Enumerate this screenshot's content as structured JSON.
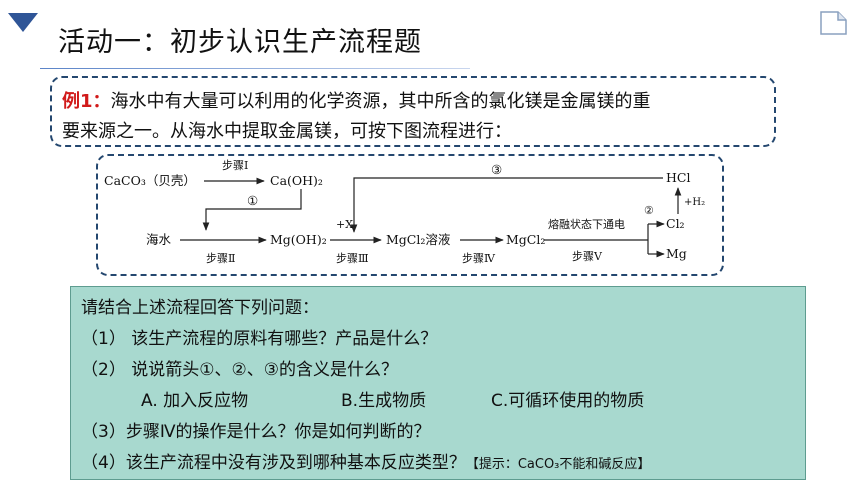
{
  "header": {
    "title": "活动一：初步认识生产流程题"
  },
  "example": {
    "label": "例1：",
    "text_line1": "海水中有大量可以利用的化学资源，其中所含的氯化镁是金属镁的重",
    "text_line2": "要来源之一。从海水中提取金属镁，可按下图流程进行："
  },
  "flow": {
    "caco3": "CaCO₃（贝壳）",
    "step1": "步骤Ⅰ",
    "caoh2": "Ca(OH)₂",
    "circle1": "①",
    "circle3": "③",
    "seawater": "海水",
    "step2": "步骤Ⅱ",
    "mgoh2": "Mg(OH)₂",
    "plus_x": "+X",
    "mgcl2_solution": "MgCl₂溶液",
    "step3": "步骤Ⅲ",
    "mgcl2": "MgCl₂",
    "step4": "步骤Ⅳ",
    "electrolysis": "熔融状态下通电",
    "circle2": "②",
    "step5": "步骤Ⅴ",
    "hcl": "HCl",
    "plus_h2": "+H₂",
    "cl2": "Cl₂",
    "mg": "Mg"
  },
  "questions": {
    "intro": "请结合上述流程回答下列问题：",
    "q1": "（1）  该生产流程的原料有哪些？产品是什么？",
    "q2": "（2）  说说箭头①、②、③的含义是什么？",
    "opt_a": "A. 加入反应物",
    "opt_b": "B.生成物质",
    "opt_c": "C.可循环使用的物质",
    "q3": "（3）步骤Ⅳ的操作是什么？你是如何判断的？",
    "q4": "（4）该生产流程中没有涉及到哪种基本反应类型？",
    "hint": "【提示：CaCO₃不能和碱反应】"
  },
  "colors": {
    "accent_blue": "#24476f",
    "example_label": "#d11a1a",
    "question_bg": "#a8d9cf"
  }
}
